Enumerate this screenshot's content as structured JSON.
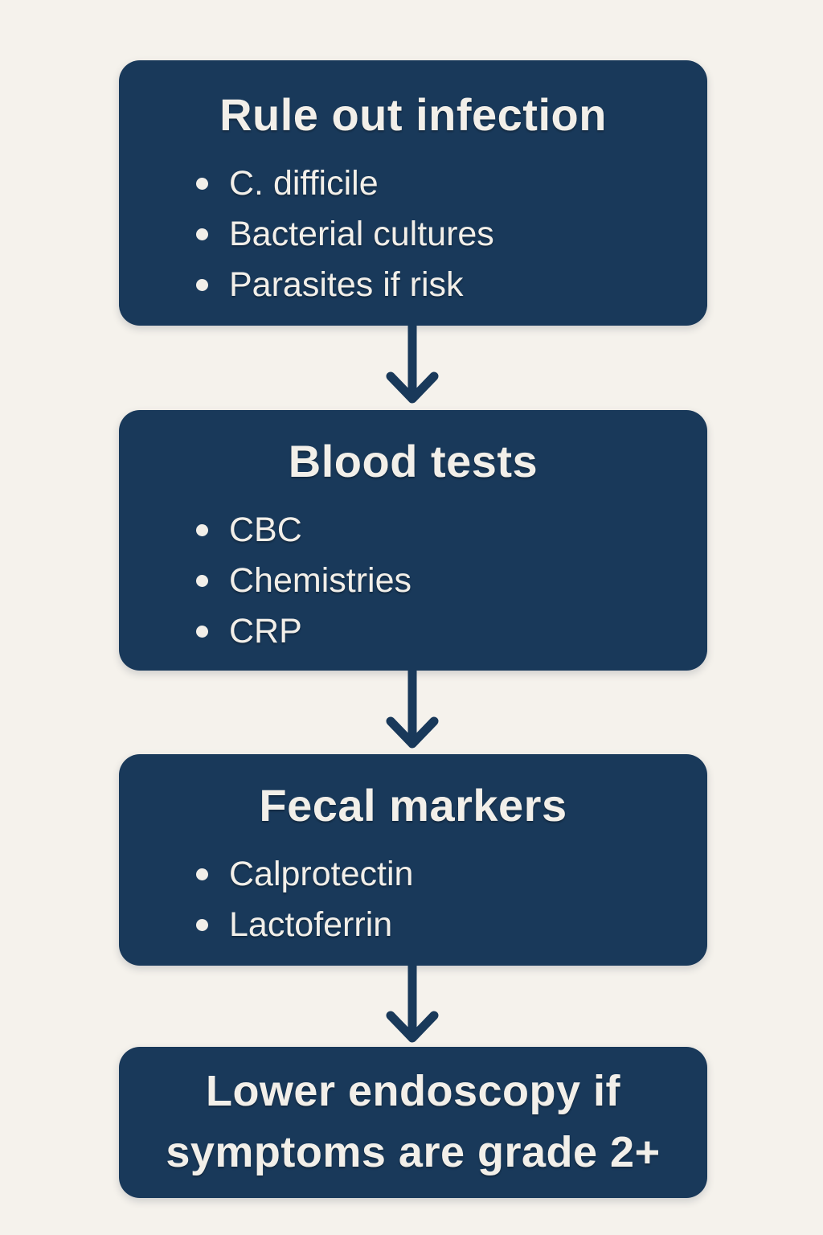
{
  "theme": {
    "background_color": "#f5f2ec",
    "box_color": "#19395a",
    "text_color": "#f2efe9",
    "arrow_color": "#19395a"
  },
  "flowchart": {
    "steps": [
      {
        "title": "Rule out infection",
        "bullets": [
          "C. difficile",
          "Bacterial cultures",
          "Parasites if risk"
        ]
      },
      {
        "title": "Blood tests",
        "bullets": [
          "CBC",
          "Chemistries",
          "CRP"
        ]
      },
      {
        "title": "Fecal markers",
        "bullets": [
          "Calprotectin",
          "Lactoferrin"
        ]
      },
      {
        "title": "Lower endoscopy if symptoms are grade 2+",
        "bullets": []
      }
    ]
  }
}
